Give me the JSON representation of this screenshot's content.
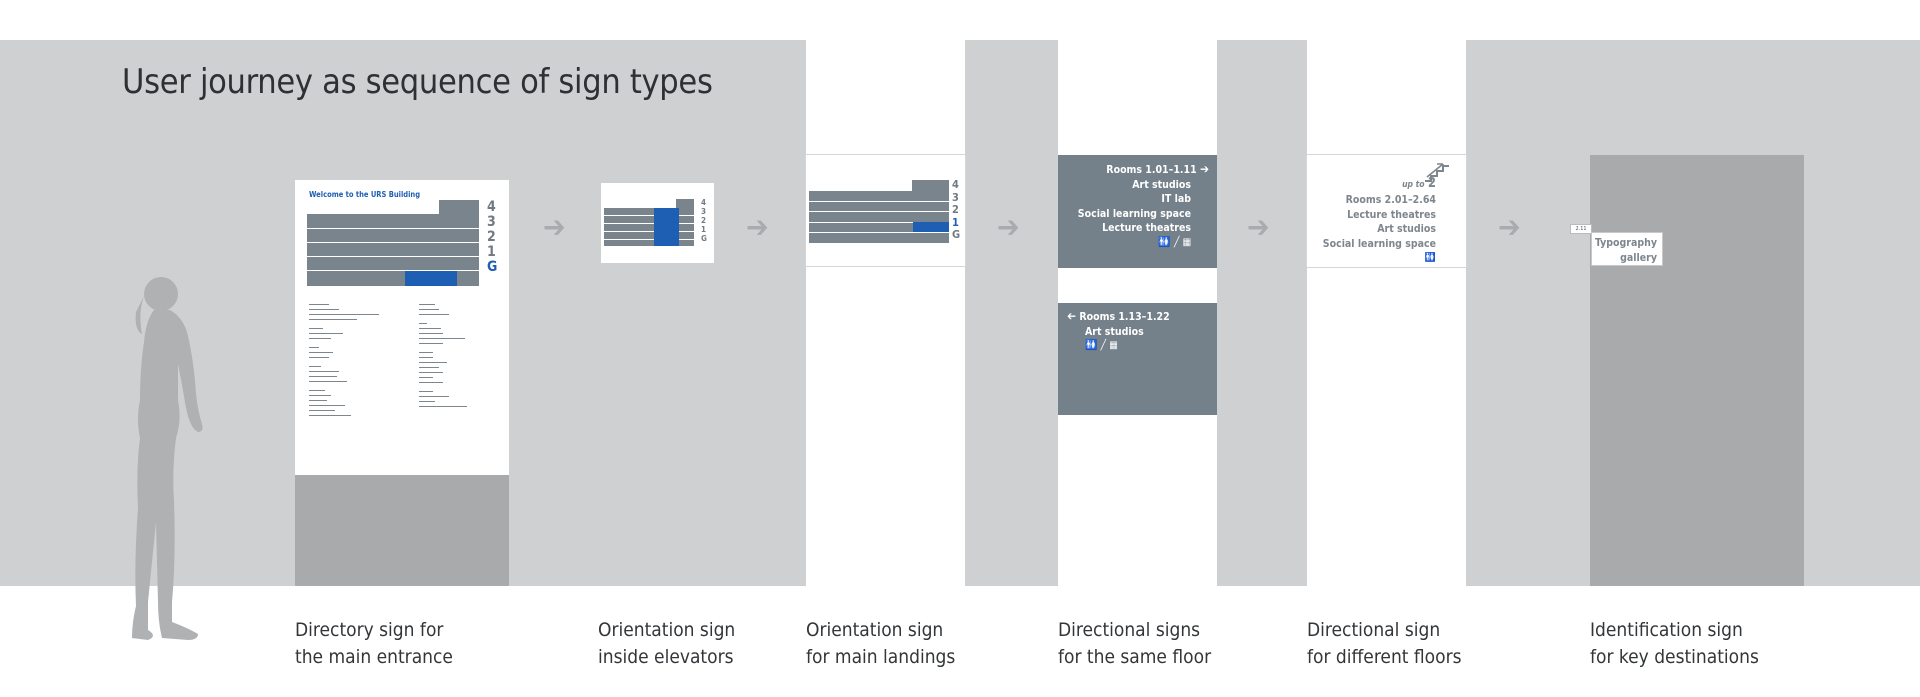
{
  "title": "User journey as sequence of sign types",
  "arrow_glyph": "➔",
  "colors": {
    "wall": "#cfd0d2",
    "sign_grey": "#74808a",
    "door": "#a9aaac",
    "accent_blue": "#1f5fb3"
  },
  "captions": [
    {
      "line1": "Directory sign for",
      "line2": "the main entrance"
    },
    {
      "line1": "Orientation sign",
      "line2": "inside elevators"
    },
    {
      "line1": "Orientation sign",
      "line2": "for main landings"
    },
    {
      "line1": "Directional signs",
      "line2": "for the same floor"
    },
    {
      "line1": "Directional sign",
      "line2": "for different floors"
    },
    {
      "line1": "Identification sign",
      "line2": "for key destinations"
    }
  ],
  "directory_sign": {
    "heading": "Welcome to the URS Building",
    "floors": [
      "4",
      "3",
      "2",
      "1",
      "G"
    ]
  },
  "same_floor_sign_right": {
    "items": [
      "Rooms 1.01–1.11",
      "Art studios",
      "IT lab",
      "Social learning space",
      "Lecture theatres"
    ],
    "arrow": "right-arrow-icon"
  },
  "same_floor_sign_left": {
    "items": [
      "Rooms 1.13–1.22",
      "Art studios"
    ],
    "arrow": "left-arrow-icon"
  },
  "different_floor_sign": {
    "up_label": "up to",
    "up_floor": "2",
    "items": [
      "Rooms 2.01–2.64",
      "Lecture theatres",
      "Art studios",
      "Social learning space"
    ]
  },
  "identification_sign": {
    "room_number": "2.11",
    "line1": "Typography",
    "line2": "gallery"
  }
}
